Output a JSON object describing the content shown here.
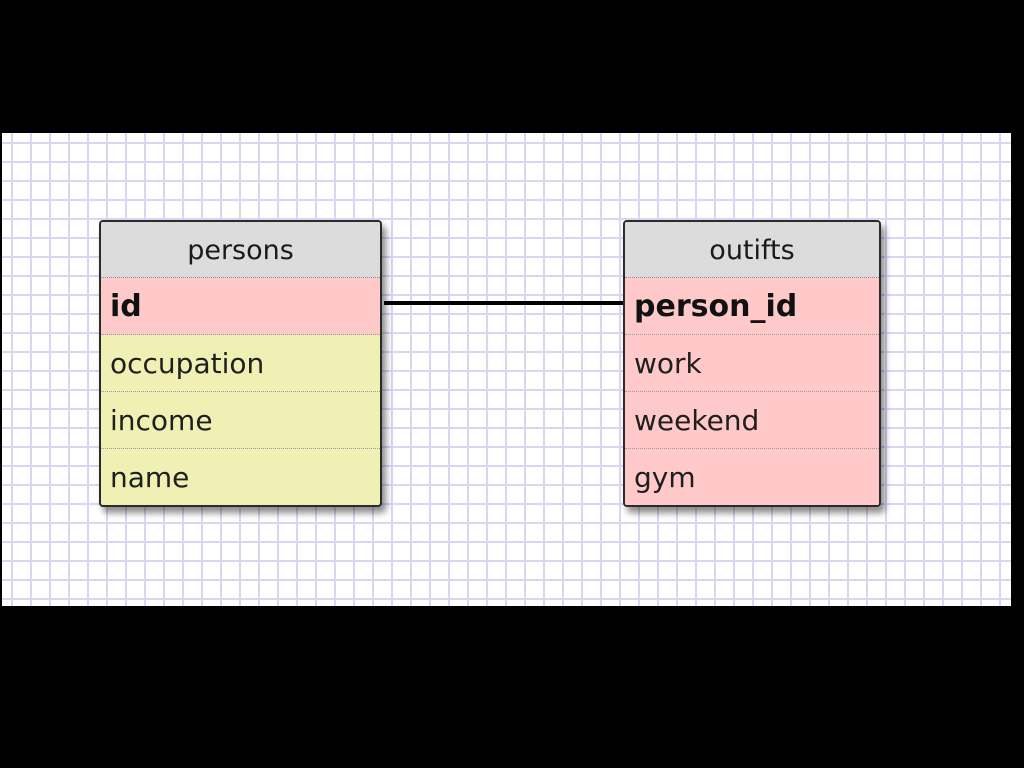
{
  "diagram": {
    "tables": [
      {
        "name": "persons",
        "fields": [
          {
            "label": "id",
            "key": "primary"
          },
          {
            "label": "occupation",
            "key": ""
          },
          {
            "label": "income",
            "key": ""
          },
          {
            "label": "name",
            "key": ""
          }
        ]
      },
      {
        "name": "outifts",
        "fields": [
          {
            "label": "person_id",
            "key": "primary"
          },
          {
            "label": "work",
            "key": ""
          },
          {
            "label": "weekend",
            "key": ""
          },
          {
            "label": "gym",
            "key": ""
          }
        ]
      }
    ],
    "relations": [
      {
        "from_table": "persons",
        "from_field": "id",
        "to_table": "outifts",
        "to_field": "person_id"
      }
    ]
  },
  "colors": {
    "background": "#000000",
    "canvas": "#ffffff",
    "grid": "#d9d6f2",
    "header": "#dcdcdc",
    "field_yellow": "#f0f0b4",
    "field_pink": "#ffc9c9"
  }
}
